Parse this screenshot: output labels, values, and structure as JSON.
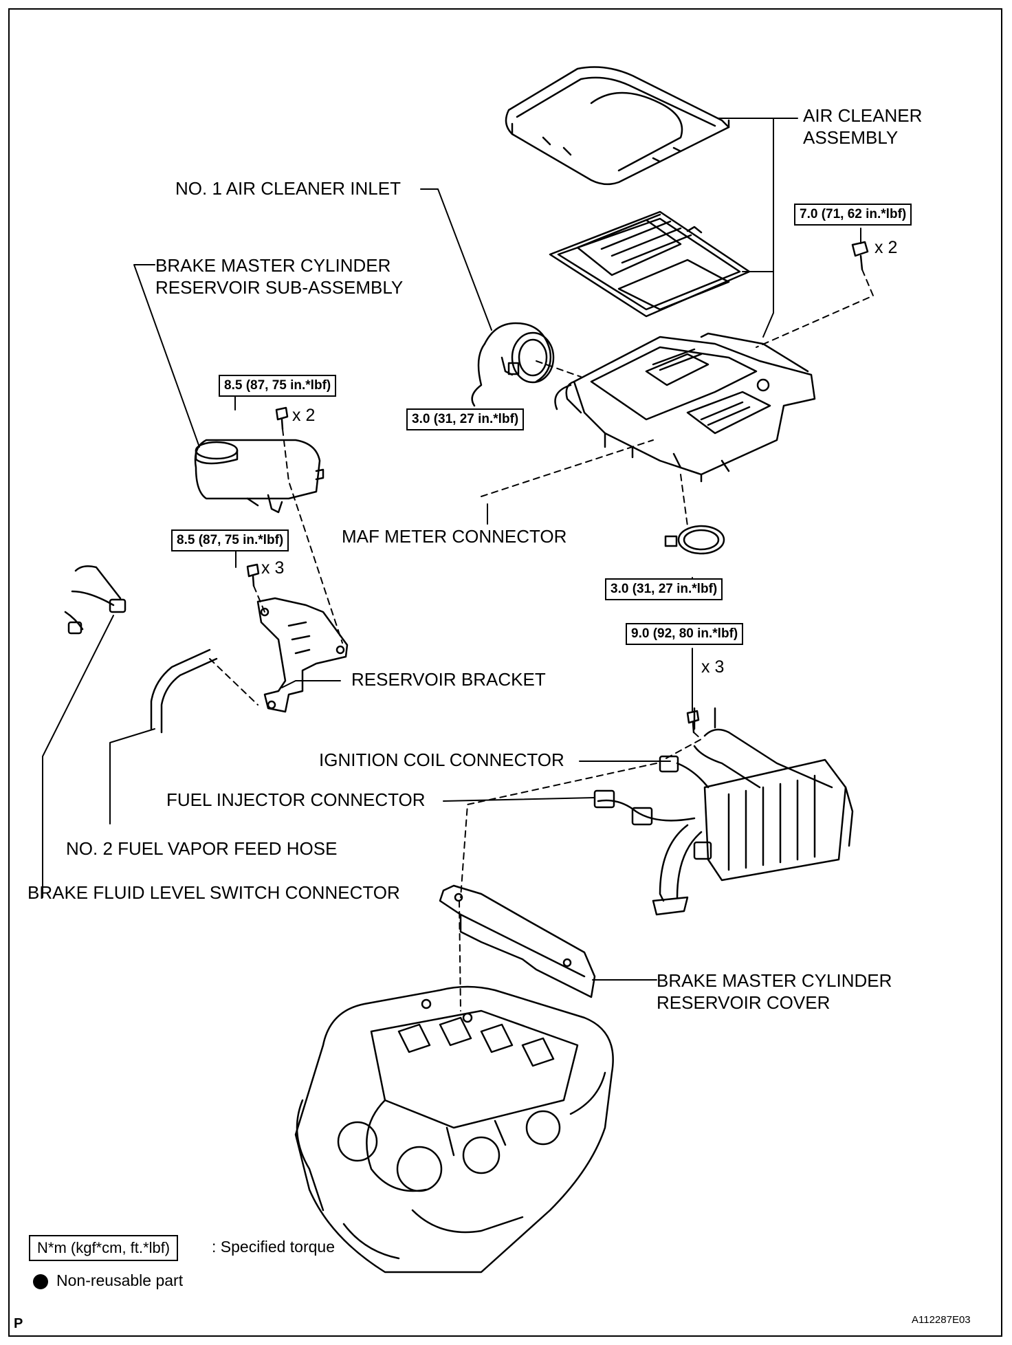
{
  "labels": {
    "air_cleaner_assembly": "AIR CLEANER\nASSEMBLY",
    "no1_air_cleaner_inlet": "NO. 1 AIR CLEANER INLET",
    "brake_master_cylinder_reservoir_sub_assembly": "BRAKE MASTER CYLINDER\nRESERVOIR SUB-ASSEMBLY",
    "maf_meter_connector": "MAF METER CONNECTOR",
    "reservoir_bracket": "RESERVOIR BRACKET",
    "ignition_coil_connector": "IGNITION COIL CONNECTOR",
    "fuel_injector_connector": "FUEL INJECTOR CONNECTOR",
    "no2_fuel_vapor_feed_hose": "NO. 2 FUEL VAPOR FEED HOSE",
    "brake_fluid_level_switch_connector": "BRAKE FLUID LEVEL SWITCH CONNECTOR",
    "brake_master_cylinder_reservoir_cover": "BRAKE MASTER CYLINDER\nRESERVOIR COVER"
  },
  "torques": {
    "air_cleaner_bolts": "7.0 (71, 62 in.*lbf)",
    "reservoir_bolts": "8.5 (87, 75 in.*lbf)",
    "inlet_clamp": "3.0 (31, 27 in.*lbf)",
    "bracket_bolts": "8.5 (87, 75 in.*lbf)",
    "hose_clamp": "3.0 (31, 27 in.*lbf)",
    "manifold_bolts": "9.0 (92, 80 in.*lbf)"
  },
  "quantities": {
    "air_cleaner_bolts": "x 2",
    "reservoir_bolts": "x 2",
    "bracket_bolts": "x 3",
    "manifold_bolts": "x 3"
  },
  "legend": {
    "torque_unit": "N*m (kgf*cm, ft.*lbf)",
    "torque_desc": ": Specified torque",
    "non_reusable": "Non-reusable part"
  },
  "footer": {
    "page_letter": "P",
    "figure_code": "A112287E03"
  }
}
